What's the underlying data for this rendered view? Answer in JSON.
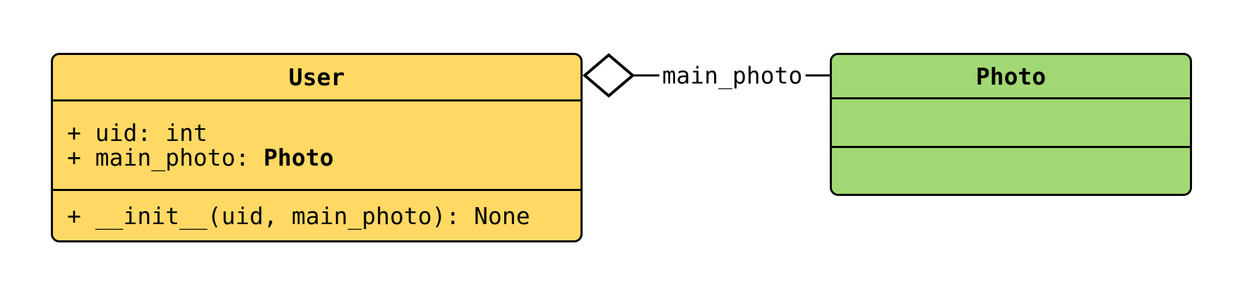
{
  "colors": {
    "user_fill": "#FFD964",
    "photo_fill": "#A2D873",
    "stroke": "#000000",
    "background": "#FFFFFF"
  },
  "user_class": {
    "title": "User",
    "attributes": [
      {
        "label": "+ uid: ",
        "type": "int"
      },
      {
        "label": "+ main_photo: ",
        "type": "Photo"
      }
    ],
    "methods": [
      {
        "label": "+ __init__(uid, main_photo): None"
      }
    ]
  },
  "photo_class": {
    "title": "Photo",
    "attributes": [],
    "methods": []
  },
  "edge": {
    "label": "main_photo",
    "kind": "aggregation",
    "icon": "hollow-diamond"
  }
}
